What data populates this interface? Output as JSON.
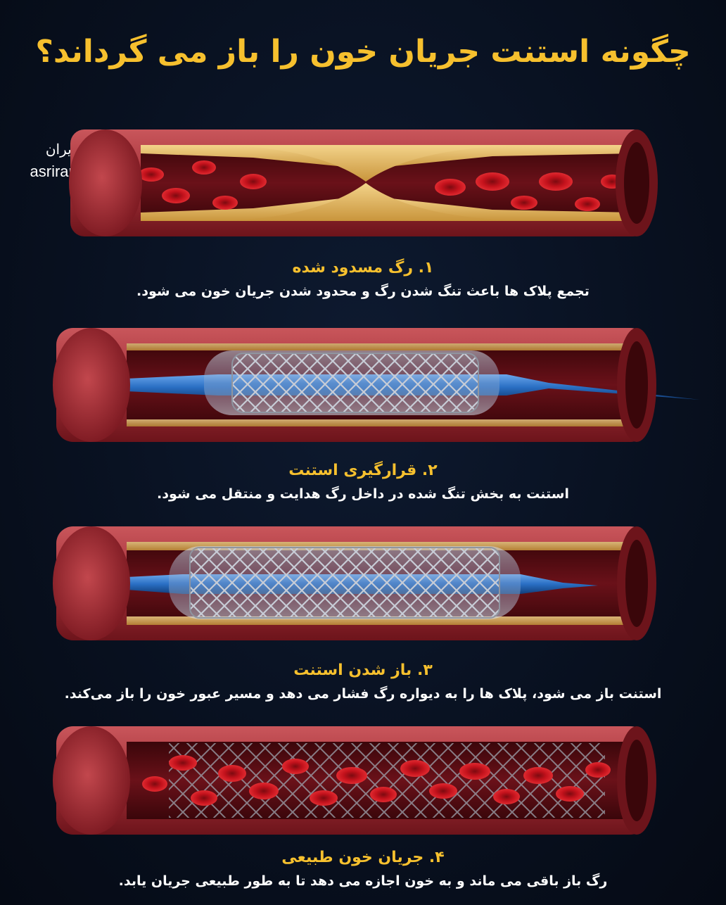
{
  "title": "چگونه استنت جریان خون را باز می گرداند؟",
  "brand": {
    "fa": "عصر ایران",
    "en": "asriran.com"
  },
  "steps": [
    {
      "heading": "۱. رگ مسدود شده",
      "description": "تجمع پلاک ها باعث تنگ شدن رگ و محدود شدن جریان خون می شود."
    },
    {
      "heading": "۲. قرارگیری استنت",
      "description": "استنت به بخش تنگ شده در داخل رگ هدایت و منتقل می شود."
    },
    {
      "heading": "۳. باز شدن استنت",
      "description": "استنت باز می شود، پلاک ها را به دیواره رگ فشار می دهد و مسیر عبور خون را باز می‌کند."
    },
    {
      "heading": "۴. جریان خون طبیعی",
      "description": "رگ باز باقی می ماند و به خون اجازه می دهد تا به طور طبیعی جریان یابد."
    }
  ],
  "colors": {
    "title": "#f6c02e",
    "heading": "#f6c02e",
    "background": "#08101f",
    "vessel_wall": "#a8333a",
    "vessel_inner": "#7a1820",
    "plaque": "#e8b862",
    "blood_cell": "#c4121c",
    "catheter": "#2a6fc4",
    "stent": "#b9bec8"
  }
}
